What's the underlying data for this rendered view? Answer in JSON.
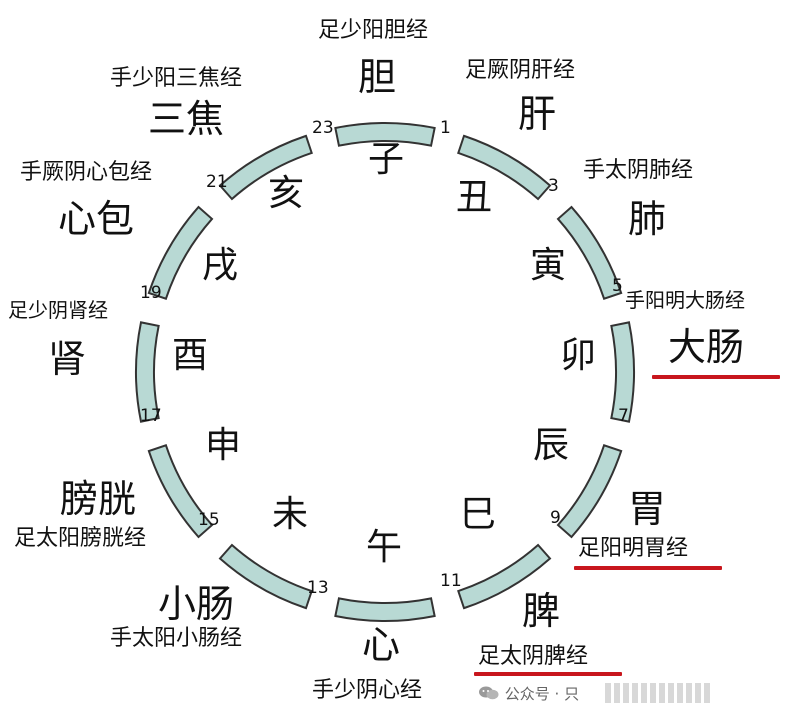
{
  "hours": [
    "1",
    "3",
    "5",
    "7",
    "9",
    "11",
    "13",
    "15",
    "17",
    "19",
    "21",
    "23"
  ],
  "branches": [
    "子",
    "丑",
    "寅",
    "卯",
    "辰",
    "巳",
    "午",
    "未",
    "申",
    "酉",
    "戌",
    "亥"
  ],
  "organs": [
    "胆",
    "肝",
    "肺",
    "大肠",
    "胃",
    "脾",
    "心",
    "小肠",
    "膀胱",
    "肾",
    "心包",
    "三焦"
  ],
  "meridians": [
    "足少阳胆经",
    "足厥阴肝经",
    "手太阴肺经",
    "手阳明大肠经",
    "足阳明胃经",
    "足太阴脾经",
    "手少阴心经",
    "手太阳小肠经",
    "足太阳膀胱经",
    "足少阴肾经",
    "手厥阴心包经",
    "手少阳三焦经"
  ],
  "watermark": {
    "icon": "wechat-public-account-icon",
    "text": "公众号 · 只"
  },
  "colors": {
    "segment_fill": "#b8d9d4",
    "segment_stroke": "#333333",
    "underline": "#c8161d"
  }
}
